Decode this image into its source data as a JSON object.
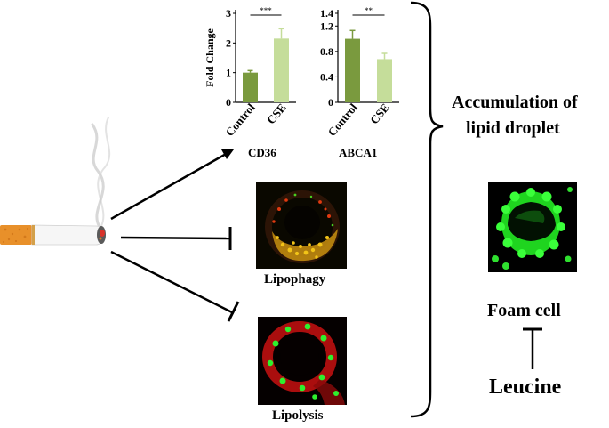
{
  "charts": {
    "cd36": {
      "ylabel": "Fold Change",
      "ylim": [
        0,
        3
      ],
      "yticks": [
        "0",
        "1",
        "2",
        "3"
      ],
      "categories": [
        "Control",
        "CSE"
      ],
      "values": [
        1.0,
        2.15
      ],
      "errors": [
        0.07,
        0.33
      ],
      "significance": "***",
      "gene": "CD36"
    },
    "abca1": {
      "ylim": [
        0,
        1.4
      ],
      "yticks": [
        "0",
        "0.4",
        "0.8",
        "1.2",
        "1.4"
      ],
      "categories": [
        "Control",
        "CSE"
      ],
      "values": [
        1.0,
        0.68
      ],
      "errors": [
        0.13,
        0.09
      ],
      "significance": "**",
      "gene": "ABCA1"
    }
  },
  "chart_data": [
    {
      "type": "bar",
      "categories": [
        "Control",
        "CSE"
      ],
      "values": [
        1.0,
        2.15
      ],
      "title": "",
      "xlabel": "CD36",
      "ylabel": "Fold Change",
      "ylim": [
        0,
        3
      ]
    },
    {
      "type": "bar",
      "categories": [
        "Control",
        "CSE"
      ],
      "values": [
        1.0,
        0.68
      ],
      "title": "",
      "xlabel": "ABCA1",
      "ylabel": "",
      "ylim": [
        0,
        1.4
      ]
    }
  ],
  "labels": {
    "lipophagy": "Lipophagy",
    "lipolysis": "Lipolysis",
    "accumulation_line1": "Accumulation of",
    "accumulation_line2": "lipid droplet",
    "foam_cell": "Foam cell",
    "leucine": "Leucine"
  },
  "colors": {
    "control_bar": "#7a9a3e",
    "cse_bar": "#c5dd9a",
    "lipid_green": "#22ee22",
    "lipid_red": "#dd1111",
    "lipid_yellow": "#e8b800",
    "filter": "#e8902a"
  },
  "icons": {
    "cigarette": "cigarette-icon",
    "arrow": "arrow-icon",
    "inhibit": "inhibition-arrow-icon",
    "bracket": "curly-bracket-icon"
  }
}
